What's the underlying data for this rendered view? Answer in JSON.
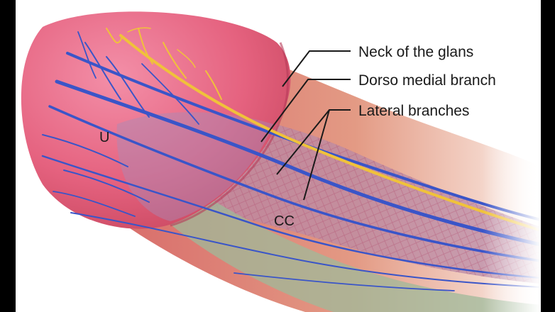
{
  "labels": {
    "neck": "Neck of the glans",
    "dorso_medial": "Dorso medial branch",
    "lateral": "Lateral branches",
    "urethra": "U",
    "corpus_cavernosum": "CC"
  },
  "colors": {
    "background": "#ffffff",
    "glans": "#e2607d",
    "shaft": "#dd8a76",
    "nerve_blue": "#3a55c8",
    "nerve_yellow": "#f0c23a",
    "urethra_sheath": "#9fb99a"
  }
}
